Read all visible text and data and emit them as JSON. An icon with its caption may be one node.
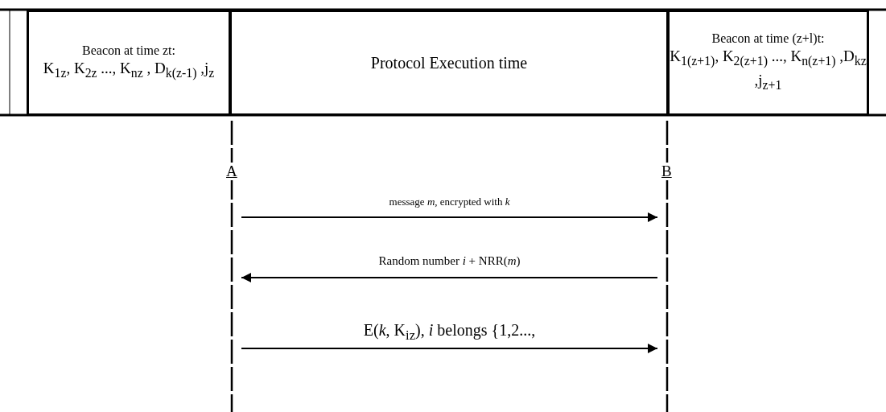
{
  "diagram": {
    "nodes": [
      {
        "text": [
          "Beacon at time zt:",
          "K$_{1z}$, K$_{2z}$ ..., K$_{nz}$ , D$_{k(z-1)}$ ,j$_{z}$"
        ]
      },
      {
        "text": [
          "Protocol Execution time"
        ]
      },
      {
        "text": [
          "Beacon at time (z+l)t:",
          "K$_{1(z+1)}$, K$_{2(z+1)}$ ...,  K$_{n(z+1)}$ ,D$_{kz}$ ,j$_{z+1}$"
        ]
      },
      {
        "text": [
          "A"
        ]
      },
      {
        "text": [
          "B"
        ]
      }
    ],
    "edges": [
      {
        "from": 3,
        "to": 4,
        "arrow": "to",
        "label": "message *m*, encrypted with *k*"
      },
      {
        "from": 4,
        "to": 3,
        "arrow": "to",
        "label": "Random number *i* + NRR(*m*)"
      },
      {
        "from": 3,
        "to": 4,
        "arrow": "to",
        "label": "E(*k*, K$_{iz}$), *i* belongs {1,2...,"
      }
    ]
  }
}
